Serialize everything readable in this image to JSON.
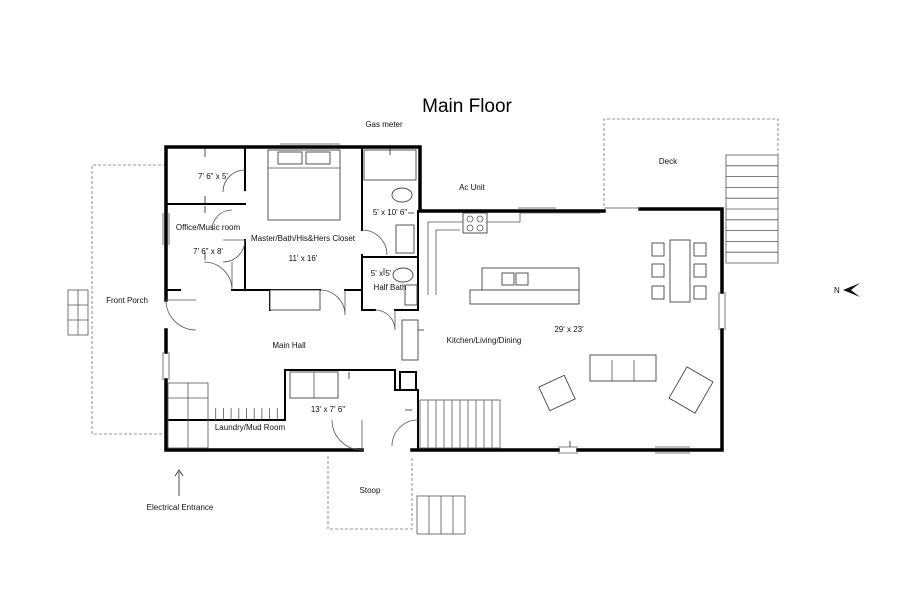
{
  "title": "Main Floor",
  "labels": {
    "gas_meter": "Gas meter",
    "deck": "Deck",
    "ac_unit": "Ac Unit",
    "closet_top_dim": "7' 6\" x 5'",
    "office": "Office/Music room",
    "office_dim": "7' 6\" x 8'",
    "master": "Master/Bath/His&Hers Closet",
    "master_dim": "11' x 16'",
    "bath_dim": "5' x 10' 6\"",
    "half_bath_dim": "5' x 5'",
    "half_bath": "Half Bath",
    "front_porch": "Front Porch",
    "main_hall": "Main Hall",
    "kitchen": "Kitchen/Living/Dining",
    "kitchen_dim": "29' x 23'",
    "laundry_dim": "13' x 7' 6\"",
    "laundry": "Laundry/Mud Room",
    "stoop": "Stoop",
    "electrical": "Electrical Entrance",
    "north": "N"
  },
  "colors": {
    "wall": "#000000",
    "background": "#ffffff"
  }
}
